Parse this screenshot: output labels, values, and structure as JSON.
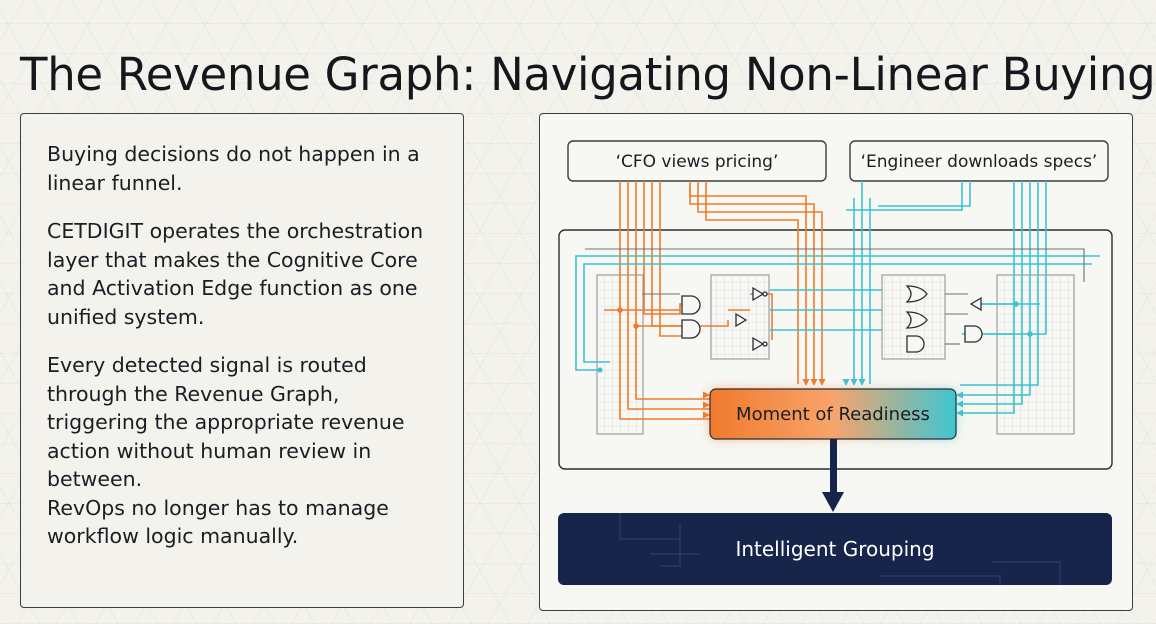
{
  "title": "The Revenue Graph: Navigating Non-Linear Buying",
  "description": {
    "p1": "Buying decisions do not happen in a linear funnel.",
    "p2": "CETDIGIT operates the orchestration layer that makes the Cognitive Core and Activation Edge function as one unified system.",
    "p3": "Every detected signal is routed through the Revenue Graph, triggering the appropriate revenue action without human review in between.",
    "p4": "RevOps no longer has to manage workflow logic manually."
  },
  "diagram": {
    "signal_left": "‘CFO views pricing’",
    "signal_right": "‘Engineer downloads specs’",
    "center_node": "Moment of Readiness",
    "bottom_bar": "Intelligent Grouping"
  },
  "colors": {
    "orange": "#ef7c2d",
    "teal": "#3cc3cf",
    "navy": "#17254a",
    "dark": "#2a2d34"
  }
}
